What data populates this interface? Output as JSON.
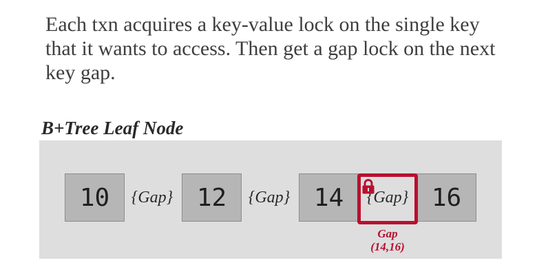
{
  "description": "Each txn acquires a key-value lock on the single key that it wants to access. Then get a gap lock on the next key gap.",
  "diagram": {
    "title": "B+Tree Leaf Node",
    "keys": [
      "10",
      "12",
      "14",
      "16"
    ],
    "gaps": [
      "{Gap}",
      "{Gap}",
      "{Gap}"
    ],
    "locked_gap": {
      "label_line1": "Gap",
      "label_line2": "(14,16)"
    },
    "colors": {
      "lock": "#b8102f",
      "panel": "#dedede",
      "key_fill": "#b6b6b6"
    },
    "icons": {
      "lock": "lock-icon"
    }
  }
}
